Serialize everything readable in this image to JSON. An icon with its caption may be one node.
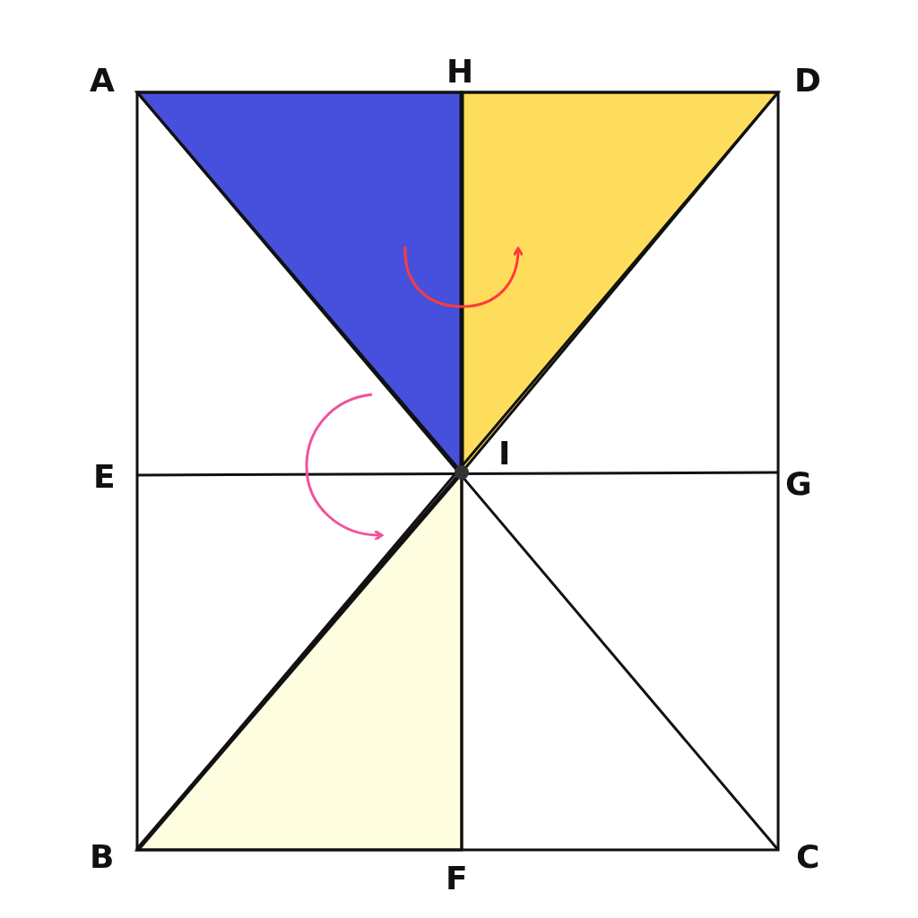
{
  "diagram": {
    "labels": [
      "A",
      "H",
      "D",
      "I",
      "E",
      "G",
      "B",
      "F",
      "C"
    ]
  }
}
